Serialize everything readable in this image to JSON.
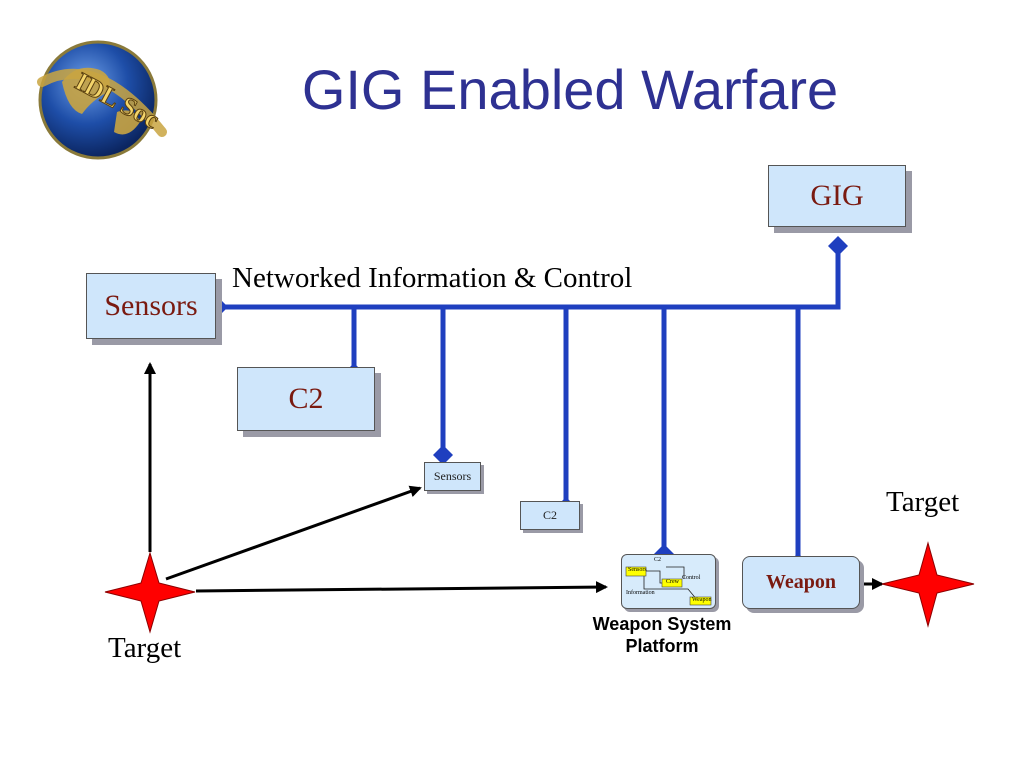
{
  "title": "GIG Enabled Warfare",
  "logo": {
    "text": "IDL Soc",
    "icon": "globe-logo"
  },
  "network_label": "Networked Information & Control",
  "nodes": {
    "gig": "GIG",
    "sensors_main": "Sensors",
    "c2_main": "C2",
    "sensors_small": "Sensors",
    "c2_small": "C2",
    "weapon": "Weapon"
  },
  "platform": {
    "label_line1": "Weapon System",
    "label_line2": "Platform",
    "inner": {
      "sensors": "Sensors",
      "crew": "Crew",
      "weapon": "Weapon",
      "control": "Control",
      "information": "Information",
      "c2": "C2"
    }
  },
  "targets": {
    "left": "Target",
    "right": "Target"
  },
  "colors": {
    "title": "#2e3192",
    "network": "#1f3fbf",
    "node_fill": "#cfe6fb",
    "node_text": "#7a1a10",
    "target": "#ff0000"
  }
}
